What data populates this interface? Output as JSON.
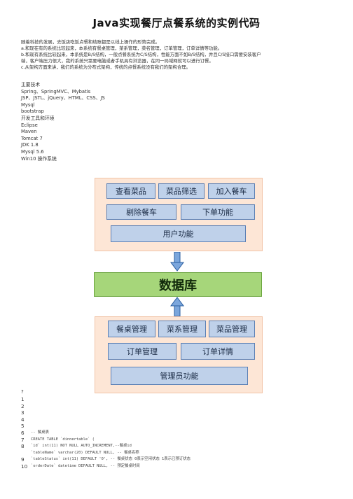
{
  "doc": {
    "title": "Java实现餐厅点餐系统的实例代码",
    "intro": [
      "随着科技的发展，去饭店吃饭点餐和结账都是以线上操作的形势完成。",
      "a.和现在有的系统比较起来，本系统有餐桌管理，菜系管理，菜名管理，订单管理，订单详情等功能。",
      "b.和现有系统比较起来，本系统是B/S结构，一般点餐系统为C/S结构，性能方面不如B/S结构，并且C/S接口需要安装客户",
      "端，客户端压力很大，我的系统只需要电脑或者手机具有浏览器，在同一局域网就可以进行订餐。",
      "c.从架构方面来讲，我们的系统为分布式架构，传统的点餐系统没有我们的架构合理。"
    ],
    "tech": [
      "主要技术",
      "Spring、SpringMVC、Mybatis",
      "JSP、JSTL、jQuery、HTML、CSS、JS",
      "Mysql",
      "bootstrap",
      "开发工具和环境",
      "Eclipse",
      "Maven",
      "Tomcat 7",
      "JDK 1.8",
      "Mysql 5.6",
      "Win10 操作系统"
    ]
  },
  "diagram": {
    "user_side": {
      "view_dishes": "查看菜品",
      "filter_dishes": "菜品筛选",
      "add_to_table": "加入餐车",
      "remove_from_cart": "剔除餐车",
      "place_order": "下单功能",
      "user_functions": "用户功能"
    },
    "database": "数据库",
    "admin_side": {
      "table_mgmt": "餐桌管理",
      "cuisine_mgmt": "菜系管理",
      "dish_mgmt": "菜品管理",
      "order_mgmt": "订单管理",
      "order_detail": "订单详情",
      "admin_functions": "管理员功能"
    }
  },
  "code": {
    "question_mark": "?",
    "lines": [
      {
        "n": "1",
        "t": ""
      },
      {
        "n": "2",
        "t": ""
      },
      {
        "n": "3",
        "t": ""
      },
      {
        "n": "4",
        "t": ""
      },
      {
        "n": "5",
        "t": ""
      },
      {
        "n": "6",
        "t": "-- 餐桌表"
      },
      {
        "n": "7",
        "t": "CREATE TABLE `dinnertable` ("
      },
      {
        "n": "8",
        "t": "  `id` int(11) NOT NULL AUTO_INCREMENT,--餐桌id"
      },
      {
        "n": "",
        "t": "  `tableName` varchar(20) DEFAULT NULL, -- 餐桌名称"
      },
      {
        "n": "9",
        "t": "  `tableStatus` int(11) DEFAULT '0', -- 餐桌状态  0表示空闲状态  1表示已预订状态"
      },
      {
        "n": "10",
        "t": "`orderDate` datetime DEFAULT NULL, -- 预定餐桌时间"
      }
    ]
  }
}
